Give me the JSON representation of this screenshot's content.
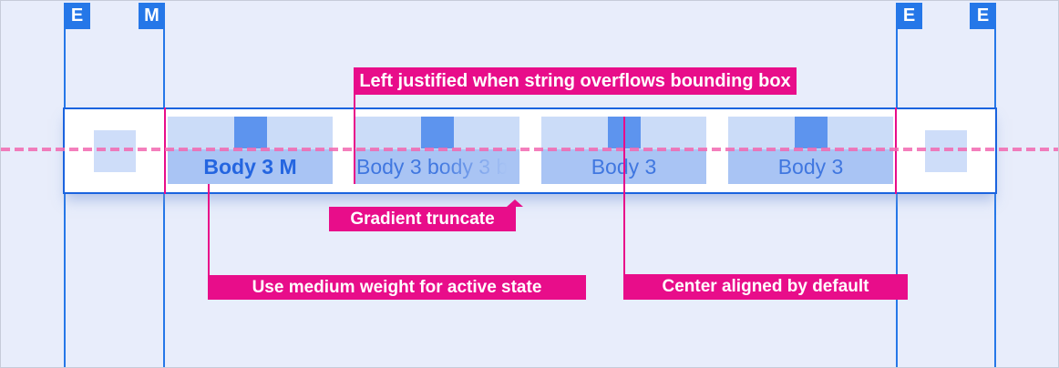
{
  "colors": {
    "bg": "#E8EDFB",
    "blue": "#2577E8",
    "bar-border": "#1A63DF",
    "magenta": "#E80D8A",
    "dash-pink": "#F268B0",
    "tab-top": "#CBDCF8",
    "tab-bottom": "#A9C4F4",
    "square": "#5D94EE",
    "margin-square": "#CEDDF9",
    "active-text": "#2465E0",
    "inactive-text": "#4077E0"
  },
  "markers": [
    {
      "label": "E"
    },
    {
      "label": "M"
    },
    {
      "label": "E"
    },
    {
      "label": "E"
    }
  ],
  "tabbar": {
    "tabs": [
      {
        "label": "Body 3 M",
        "state": "active"
      },
      {
        "label": "Body 3 body 3 b",
        "state": "truncated"
      },
      {
        "label": "Body 3",
        "state": "default"
      },
      {
        "label": "Body 3",
        "state": "default"
      }
    ]
  },
  "annotations": {
    "left_justified": "Left justified when string overflows bounding box",
    "gradient_truncate": "Gradient truncate",
    "medium_weight": "Use medium weight for active state",
    "center_aligned": "Center aligned by default"
  }
}
